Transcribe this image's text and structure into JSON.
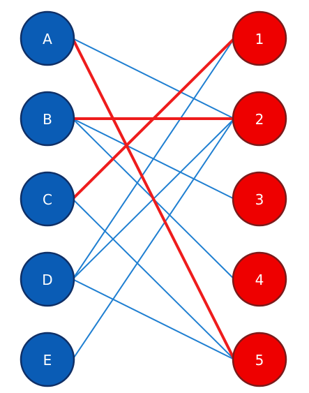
{
  "diagram": {
    "left_nodes": [
      {
        "id": "A",
        "label": "A"
      },
      {
        "id": "B",
        "label": "B"
      },
      {
        "id": "C",
        "label": "C"
      },
      {
        "id": "D",
        "label": "D"
      },
      {
        "id": "E",
        "label": "E"
      }
    ],
    "right_nodes": [
      {
        "id": "1",
        "label": "1"
      },
      {
        "id": "2",
        "label": "2"
      },
      {
        "id": "3",
        "label": "3"
      },
      {
        "id": "4",
        "label": "4"
      },
      {
        "id": "5",
        "label": "5"
      }
    ],
    "edges": [
      {
        "from": "A",
        "to": "2",
        "highlight": false
      },
      {
        "from": "B",
        "to": "3",
        "highlight": false
      },
      {
        "from": "B",
        "to": "4",
        "highlight": false
      },
      {
        "from": "C",
        "to": "5",
        "highlight": false
      },
      {
        "from": "D",
        "to": "1",
        "highlight": false
      },
      {
        "from": "D",
        "to": "2",
        "highlight": false
      },
      {
        "from": "D",
        "to": "5",
        "highlight": false
      },
      {
        "from": "E",
        "to": "2",
        "highlight": false
      },
      {
        "from": "A",
        "to": "5",
        "highlight": true
      },
      {
        "from": "B",
        "to": "2",
        "highlight": true
      },
      {
        "from": "C",
        "to": "1",
        "highlight": true
      }
    ],
    "colors": {
      "left_fill": "#0a5cb5",
      "left_stroke": "#0f2f66",
      "right_fill": "#ee0000",
      "right_stroke": "#7a1a1a",
      "edge": "#1f7fd1",
      "edge_highlight": "#ee1c1c",
      "label": "#ffffff"
    }
  }
}
